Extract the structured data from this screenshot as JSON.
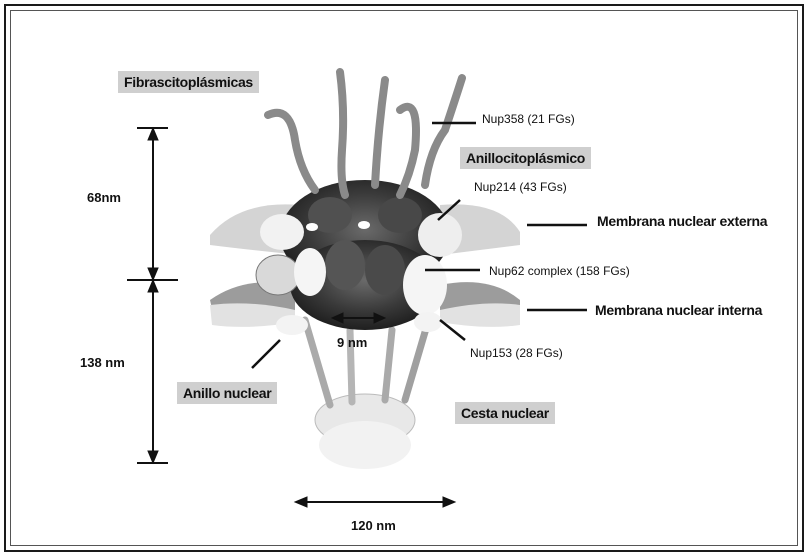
{
  "labels": {
    "fibras": "Fibrascitoplásmicas",
    "anillo_cito": "Anillocitoplásmico",
    "anillo_nuclear": "Anillo nuclear",
    "cesta": "Cesta nuclear",
    "mem_externa": "Membrana nuclear externa",
    "mem_interna": "Membrana nuclear interna",
    "nup358": "Nup358 (21 FGs)",
    "nup214": "Nup214 (43 FGs)",
    "nup62": "Nup62 complex (158 FGs)",
    "nup153": "Nup153 (28 FGs)"
  },
  "dimensions": {
    "height_top": "68nm",
    "height_bottom": "138 nm",
    "channel": "9 nm",
    "width": "120 nm"
  }
}
